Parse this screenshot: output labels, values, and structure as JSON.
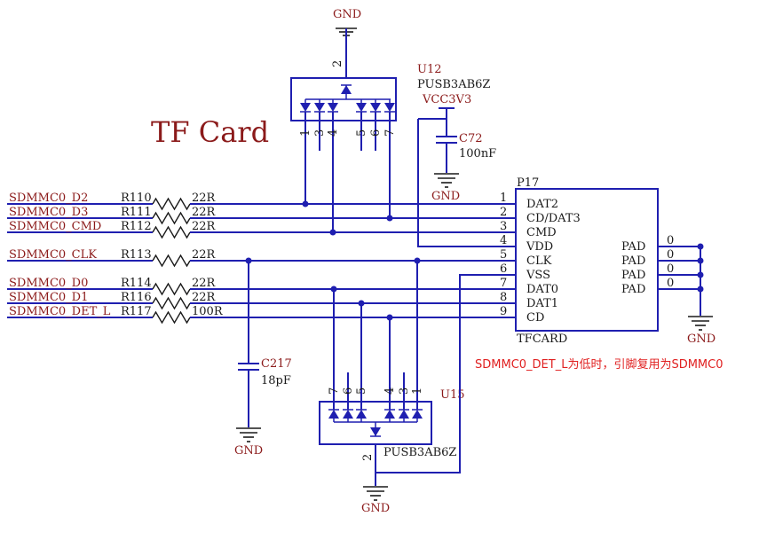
{
  "title": "TF Card",
  "note": "SDMMC0_DET_L为低时，引脚复用为SDMMC0",
  "nets": [
    "SDMMC0_D2",
    "SDMMC0_D3",
    "SDMMC0_CMD",
    "SDMMC0_CLK",
    "SDMMC0_D0",
    "SDMMC0_D1",
    "SDMMC0_DET_L"
  ],
  "resistors": [
    {
      "ref": "R110",
      "value": "22R"
    },
    {
      "ref": "R111",
      "value": "22R"
    },
    {
      "ref": "R112",
      "value": "22R"
    },
    {
      "ref": "R113",
      "value": "22R"
    },
    {
      "ref": "R114",
      "value": "22R"
    },
    {
      "ref": "R116",
      "value": "22R"
    },
    {
      "ref": "R117",
      "value": "100R"
    }
  ],
  "u12": {
    "ref": "U12",
    "part": "PUSB3AB6Z",
    "pins": [
      "1",
      "3",
      "4",
      "5",
      "6",
      "7"
    ],
    "gnd_pin": "2"
  },
  "u15": {
    "ref": "U15",
    "part": "PUSB3AB6Z",
    "pins": [
      "7",
      "6",
      "5",
      "4",
      "3",
      "1"
    ],
    "gnd_pin": "2"
  },
  "c72": {
    "ref": "C72",
    "value": "100nF"
  },
  "c217": {
    "ref": "C217",
    "value": "18pF"
  },
  "vcc": "VCC3V3",
  "gnd": "GND",
  "p17": {
    "ref": "P17",
    "name": "TFCARD",
    "pins": [
      {
        "num": "1",
        "name": "DAT2"
      },
      {
        "num": "2",
        "name": "CD/DAT3"
      },
      {
        "num": "3",
        "name": "CMD"
      },
      {
        "num": "4",
        "name": "VDD"
      },
      {
        "num": "5",
        "name": "CLK"
      },
      {
        "num": "6",
        "name": "VSS"
      },
      {
        "num": "7",
        "name": "DAT0"
      },
      {
        "num": "8",
        "name": "DAT1"
      },
      {
        "num": "9",
        "name": "CD"
      }
    ],
    "pads": [
      {
        "name": "PAD",
        "num": "0"
      },
      {
        "name": "PAD",
        "num": "0"
      },
      {
        "name": "PAD",
        "num": "0"
      },
      {
        "name": "PAD",
        "num": "0"
      }
    ]
  }
}
